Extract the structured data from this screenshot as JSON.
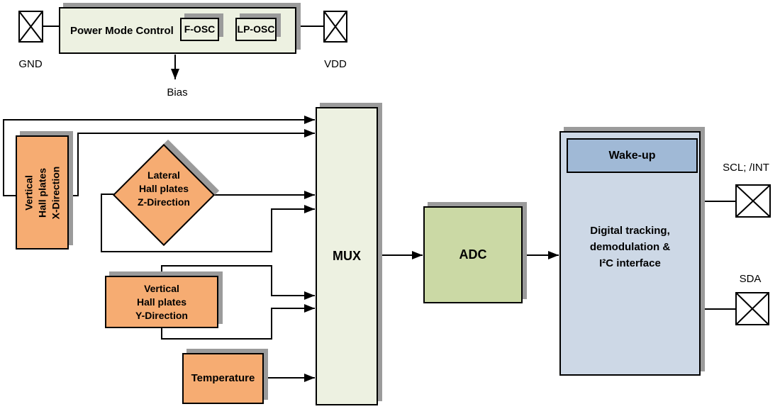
{
  "pads": {
    "gnd": {
      "label": "GND"
    },
    "vdd": {
      "label": "VDD"
    },
    "scl": {
      "label": "SCL; /INT"
    },
    "sda": {
      "label": "SDA"
    }
  },
  "power": {
    "title": "Power Mode Control",
    "fosc": "F-OSC",
    "lposc": "LP-OSC",
    "bias": "Bias"
  },
  "blocks": {
    "hall_x": {
      "lines": [
        "Vertical",
        "Hall plates",
        "X-Direction"
      ]
    },
    "hall_z": {
      "lines": [
        "Lateral",
        "Hall plates",
        "Z-Direction"
      ]
    },
    "hall_y": {
      "lines": [
        "Vertical",
        "Hall plates",
        "Y-Direction"
      ]
    },
    "temperature": {
      "label": "Temperature"
    },
    "mux": {
      "label": "MUX"
    },
    "adc": {
      "label": "ADC"
    },
    "digital": {
      "lines": [
        "Digital tracking,",
        "demodulation &",
        "I²C interface"
      ]
    },
    "wakeup": {
      "label": "Wake-up"
    }
  },
  "colors": {
    "block_light": "#edf1e1",
    "hall_orange": "#f6ac72",
    "adc_green": "#cbd9a5",
    "digital_blue": "#cdd8e6",
    "wakeup_blue": "#a0b9d6",
    "shadow_gray": "#9b9b9b",
    "line_black": "#000000"
  }
}
